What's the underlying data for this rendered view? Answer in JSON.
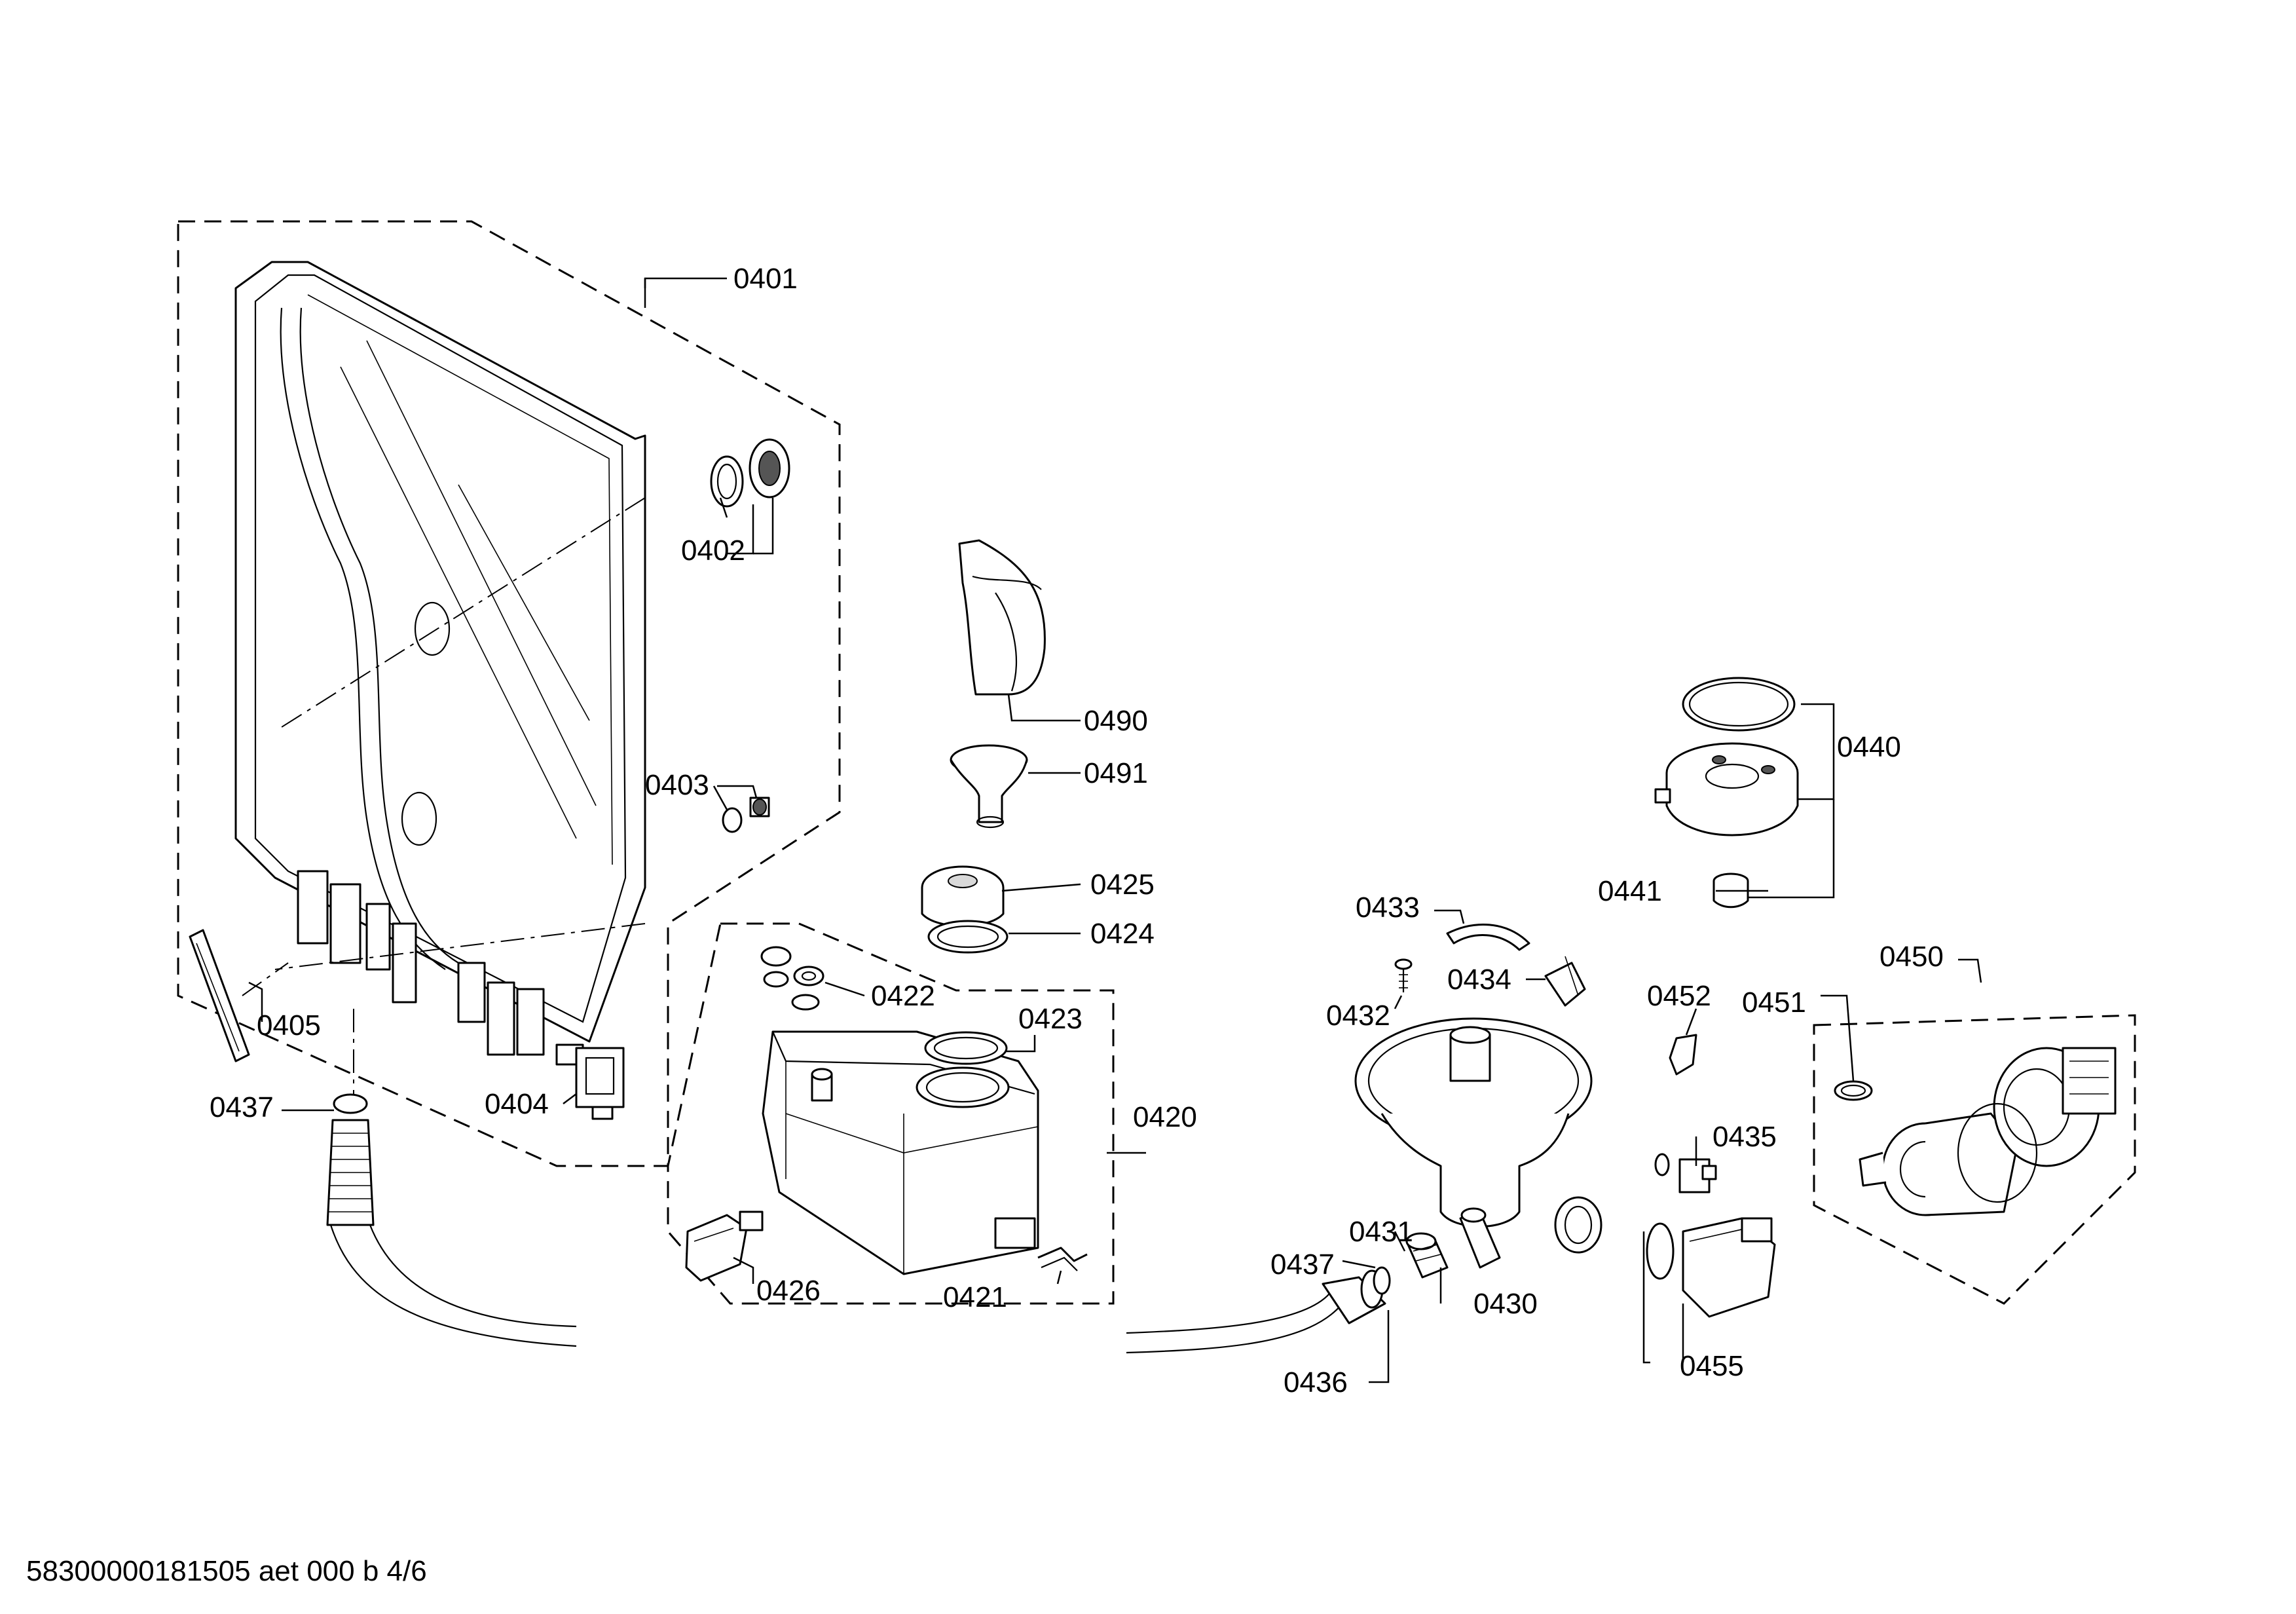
{
  "diagram": {
    "labels": {
      "p0401": "0401",
      "p0402": "0402",
      "p0403": "0403",
      "p0404": "0404",
      "p0405": "0405",
      "p0437a": "0437",
      "p0490": "0490",
      "p0491": "0491",
      "p0425": "0425",
      "p0424": "0424",
      "p0422": "0422",
      "p0423": "0423",
      "p0420": "0420",
      "p0426": "0426",
      "p0421": "0421",
      "p0433": "0433",
      "p0434": "0434",
      "p0432": "0432",
      "p0431": "0431",
      "p0437b": "0437",
      "p0430": "0430",
      "p0436": "0436",
      "p0440": "0440",
      "p0441": "0441",
      "p0452": "0452",
      "p0451": "0451",
      "p0450": "0450",
      "p0435": "0435",
      "p0455": "0455"
    }
  },
  "footer": {
    "code": "58300000181505 aet 000 b 4/6"
  }
}
